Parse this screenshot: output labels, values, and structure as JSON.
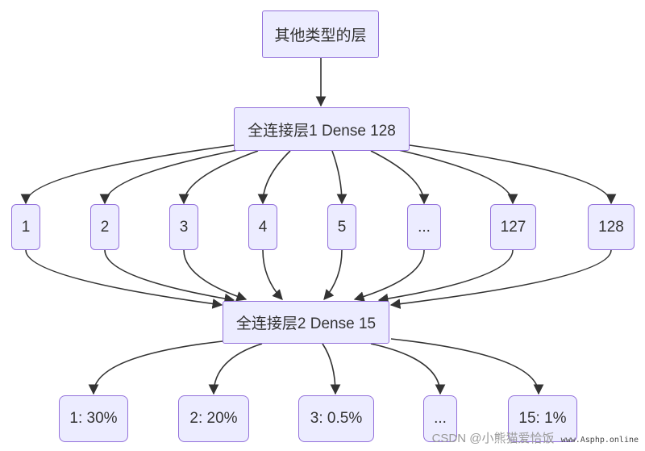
{
  "nodes": {
    "top": "其他类型的层",
    "dense1": "全连接层1 Dense 128",
    "neurons": [
      "1",
      "2",
      "3",
      "4",
      "5",
      "...",
      "127",
      "128"
    ],
    "dense2": "全连接层2 Dense 15",
    "outputs": [
      "1: 30%",
      "2: 20%",
      "3: 0.5%",
      "...",
      "15: 1%"
    ]
  },
  "watermark": {
    "text": "CSDN @小熊猫爱恰饭",
    "site": "www.Asphp.online"
  },
  "colors": {
    "node_fill": "#ececff",
    "node_border": "#9370db",
    "edge": "#333333"
  }
}
